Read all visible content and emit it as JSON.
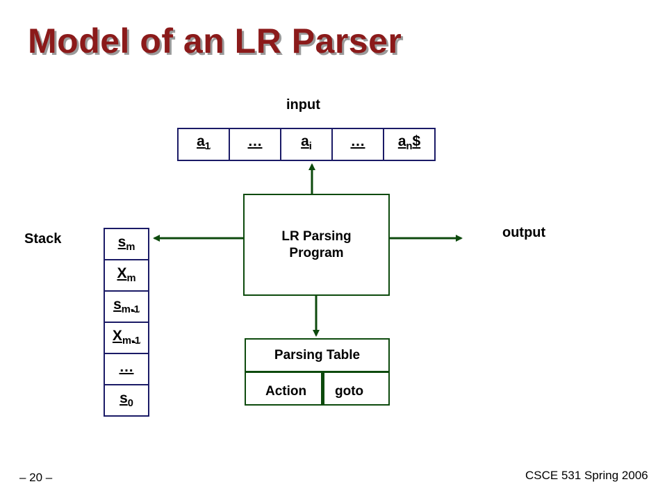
{
  "title": "Model of an LR Parser",
  "input_label": "input",
  "output_label": "output",
  "stack_label": "Stack",
  "tape": [
    {
      "base": "a",
      "sub": "1",
      "suffix": ""
    },
    {
      "base": "…",
      "sub": "",
      "suffix": ""
    },
    {
      "base": "a",
      "sub": "i",
      "suffix": ""
    },
    {
      "base": "…",
      "sub": "",
      "suffix": ""
    },
    {
      "base": "a",
      "sub": "n",
      "suffix": "$"
    }
  ],
  "stack": [
    {
      "base": "s",
      "sub": "m"
    },
    {
      "base": "X",
      "sub": "m"
    },
    {
      "base": "s",
      "sub": "m-1"
    },
    {
      "base": "X",
      "sub": "m-1"
    },
    {
      "base": "…",
      "sub": ""
    },
    {
      "base": "s",
      "sub": "0"
    }
  ],
  "program": {
    "line1": "LR Parsing",
    "line2": "Program"
  },
  "parsing_table": {
    "title": "Parsing Table",
    "action": "Action",
    "goto": "goto"
  },
  "footer": {
    "page": "– 20 –",
    "course": "CSCE 531 Spring 2006"
  },
  "colors": {
    "title": "#8b1a1a",
    "box_border_blue": "#1a1a66",
    "arrow_green": "#0d4a0d"
  }
}
